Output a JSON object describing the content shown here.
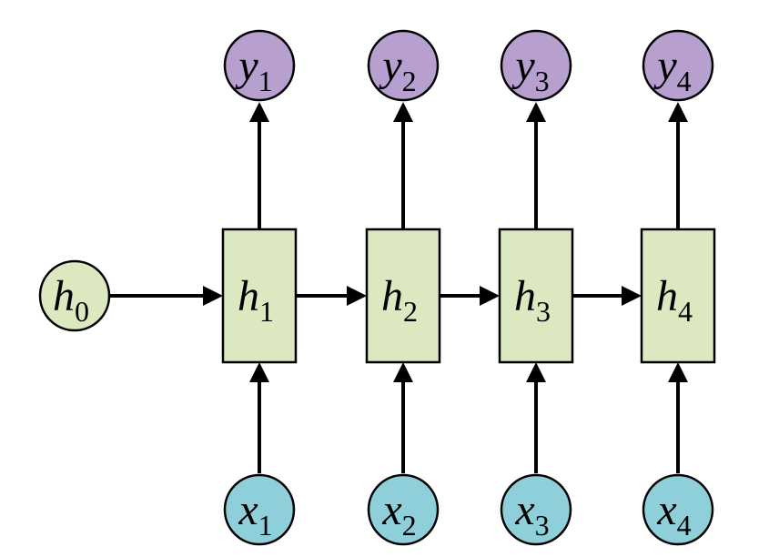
{
  "colors": {
    "input_fill": "#8fcfd9",
    "hidden_fill": "#dbe8c0",
    "output_fill": "#b7a0d0",
    "stroke": "#000000"
  },
  "initial_state": {
    "symbol": "h",
    "subscript": "0"
  },
  "steps": [
    {
      "input": {
        "symbol": "x",
        "subscript": "1"
      },
      "hidden": {
        "symbol": "h",
        "subscript": "1"
      },
      "output": {
        "symbol": "y",
        "subscript": "1"
      }
    },
    {
      "input": {
        "symbol": "x",
        "subscript": "2"
      },
      "hidden": {
        "symbol": "h",
        "subscript": "2"
      },
      "output": {
        "symbol": "y",
        "subscript": "2"
      }
    },
    {
      "input": {
        "symbol": "x",
        "subscript": "3"
      },
      "hidden": {
        "symbol": "h",
        "subscript": "3"
      },
      "output": {
        "symbol": "y",
        "subscript": "3"
      }
    },
    {
      "input": {
        "symbol": "x",
        "subscript": "4"
      },
      "hidden": {
        "symbol": "h",
        "subscript": "4"
      },
      "output": {
        "symbol": "y",
        "subscript": "4"
      }
    }
  ]
}
